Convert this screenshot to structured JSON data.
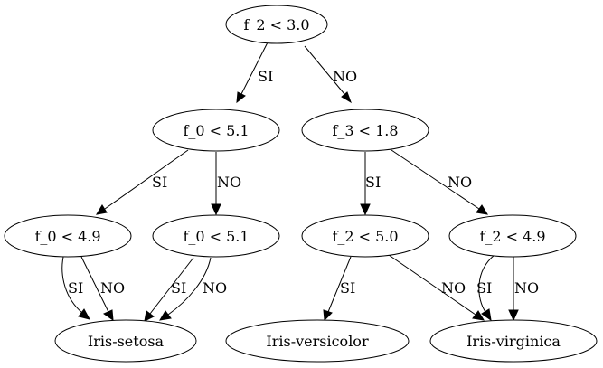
{
  "diagram": {
    "nodes": [
      {
        "id": "n1",
        "label": "f_2 < 3.0"
      },
      {
        "id": "n2",
        "label": "f_0 < 5.1"
      },
      {
        "id": "n3",
        "label": "f_3 < 1.8"
      },
      {
        "id": "n4",
        "label": "f_0 < 4.9"
      },
      {
        "id": "n5",
        "label": "f_0 < 5.1"
      },
      {
        "id": "n6",
        "label": "f_2 < 5.0"
      },
      {
        "id": "n7",
        "label": "f_2 < 4.9"
      },
      {
        "id": "n8",
        "label": "Iris-setosa"
      },
      {
        "id": "n9",
        "label": "Iris-versicolor"
      },
      {
        "id": "n10",
        "label": "Iris-virginica"
      }
    ],
    "edges": [
      {
        "from": "n1",
        "to": "n2",
        "label": "SI"
      },
      {
        "from": "n1",
        "to": "n3",
        "label": "NO"
      },
      {
        "from": "n2",
        "to": "n4",
        "label": "SI"
      },
      {
        "from": "n2",
        "to": "n5",
        "label": "NO"
      },
      {
        "from": "n3",
        "to": "n6",
        "label": "SI"
      },
      {
        "from": "n3",
        "to": "n7",
        "label": "NO"
      },
      {
        "from": "n4",
        "to": "n8",
        "label": "SI"
      },
      {
        "from": "n4",
        "to": "n8",
        "label": "NO"
      },
      {
        "from": "n5",
        "to": "n8",
        "label": "SI"
      },
      {
        "from": "n5",
        "to": "n8",
        "label": "NO"
      },
      {
        "from": "n6",
        "to": "n9",
        "label": "SI"
      },
      {
        "from": "n6",
        "to": "n10",
        "label": "NO"
      },
      {
        "from": "n7",
        "to": "n10",
        "label": "SI"
      },
      {
        "from": "n7",
        "to": "n10",
        "label": "NO"
      }
    ]
  }
}
